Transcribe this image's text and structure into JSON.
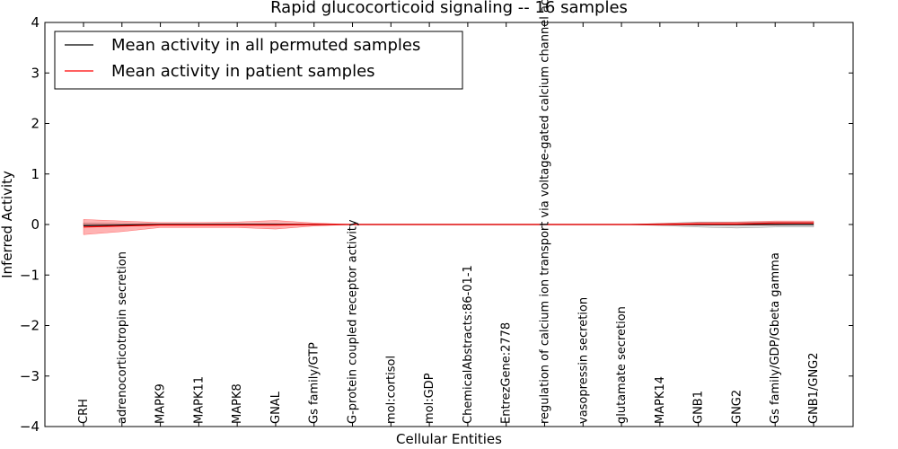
{
  "chart_data": {
    "type": "line",
    "title": "Rapid glucocorticoid signaling -- 16 samples",
    "xlabel": "Cellular Entities",
    "ylabel": "Inferred Activity",
    "ylim": [
      -4,
      4
    ],
    "yticks": [
      4,
      3,
      2,
      1,
      0,
      -1,
      -2,
      -3,
      -4
    ],
    "ytick_labels": [
      "4",
      "3",
      "2",
      "1",
      "0",
      "−1",
      "−2",
      "−3",
      "−4"
    ],
    "grid": false,
    "legend_position": "top-left",
    "categories": [
      "CRH",
      "adrenocorticotropin secretion",
      "MAPK9",
      "MAPK11",
      "MAPK8",
      "GNAL",
      "Gs family/GTP",
      "G-protein coupled receptor activity",
      "mol:cortisol",
      "mol:GDP",
      "ChemicalAbstracts:86-01-1",
      "EntrezGene:2778",
      "regulation of calcium ion transport via voltage-gated calcium channel activity",
      "vasopressin secretion",
      "glutamate secretion",
      "MAPK14",
      "GNB1",
      "GNG2",
      "Gs family/GDP/Gbeta gamma",
      "GNB1/GNG2"
    ],
    "series": [
      {
        "name": "Mean activity in all permuted samples",
        "color": "#000000",
        "values": [
          -0.02,
          -0.01,
          0.0,
          0.0,
          0.0,
          0.0,
          0.0,
          0.0,
          0.0,
          0.0,
          0.0,
          0.0,
          0.0,
          0.0,
          0.0,
          0.0,
          0.0,
          0.0,
          0.0,
          0.0
        ],
        "band_upper": [
          0.03,
          0.02,
          0.01,
          0.01,
          0.01,
          0.01,
          0.01,
          0.0,
          0.0,
          0.0,
          0.0,
          0.0,
          0.0,
          0.0,
          0.0,
          0.02,
          0.05,
          0.05,
          0.05,
          0.05
        ],
        "band_lower": [
          -0.03,
          -0.02,
          -0.01,
          -0.01,
          -0.01,
          -0.01,
          -0.01,
          0.0,
          0.0,
          0.0,
          0.0,
          0.0,
          0.0,
          0.0,
          0.0,
          -0.02,
          -0.05,
          -0.07,
          -0.05,
          -0.05
        ]
      },
      {
        "name": "Mean activity in patient samples",
        "color": "#ff0000",
        "values": [
          -0.05,
          -0.03,
          -0.01,
          -0.01,
          -0.01,
          -0.01,
          0.0,
          0.0,
          0.0,
          0.0,
          0.0,
          0.0,
          0.0,
          0.0,
          0.0,
          0.0,
          0.01,
          0.01,
          0.03,
          0.03
        ],
        "band_upper": [
          0.1,
          0.07,
          0.04,
          0.04,
          0.05,
          0.08,
          0.03,
          0.0,
          0.0,
          0.0,
          0.0,
          0.0,
          0.0,
          0.0,
          0.0,
          0.02,
          0.04,
          0.05,
          0.07,
          0.07
        ],
        "band_lower": [
          -0.2,
          -0.14,
          -0.06,
          -0.06,
          -0.06,
          -0.09,
          -0.03,
          0.0,
          0.0,
          0.0,
          0.0,
          0.0,
          0.0,
          0.0,
          0.0,
          -0.01,
          -0.01,
          -0.01,
          -0.01,
          0.0
        ]
      }
    ]
  }
}
